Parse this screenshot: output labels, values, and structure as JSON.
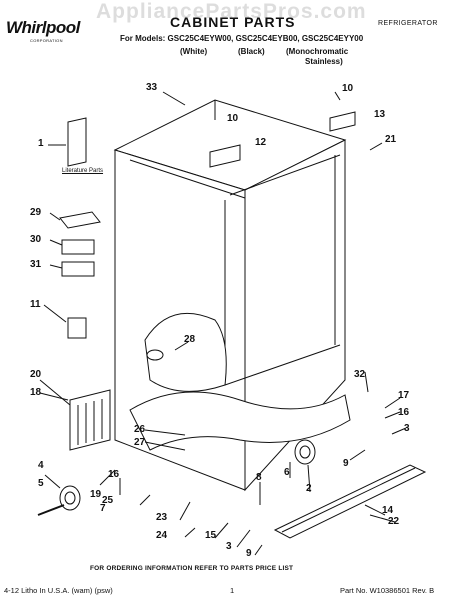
{
  "brand": {
    "logo_text": "Whirlpool",
    "logo_sub": "CORPORATION"
  },
  "watermark": "AppliancePartsPros.com",
  "header": {
    "title": "CABINET PARTS",
    "category": "REFRIGERATOR",
    "models": "For Models: GSC25C4EYW00, GSC25C4EYB00, GSC25C4EYY00",
    "variant_white": "(White)",
    "variant_black": "(Black)",
    "variant_mono_1": "(Monochromatic",
    "variant_mono_2": "Stainless)"
  },
  "callouts": {
    "c1": "1",
    "c2": "2",
    "c3a": "3",
    "c3b": "3",
    "c4": "4",
    "c5": "5",
    "c6": "6",
    "c7": "7",
    "c8": "8",
    "c9a": "9",
    "c9b": "9",
    "c10a": "10",
    "c10b": "10",
    "c11": "11",
    "c12": "12",
    "c13": "13",
    "c14": "14",
    "c15": "15",
    "c16a": "16",
    "c16b": "16",
    "c17": "17",
    "c18": "18",
    "c19": "19",
    "c20": "20",
    "c21": "21",
    "c22": "22",
    "c23": "23",
    "c24": "24",
    "c25": "25",
    "c26": "26",
    "c27": "27",
    "c28": "28",
    "c29": "29",
    "c30": "30",
    "c31": "31",
    "c32": "32",
    "c33": "33"
  },
  "literature_label": "Literature Parts",
  "ordering_note": "FOR ORDERING INFORMATION REFER TO PARTS PRICE LIST",
  "footer": {
    "left": "4-12 Litho In U.S.A. (wam) (psw)",
    "center": "1",
    "right": "Part No. W10386501 Rev. B"
  },
  "colors": {
    "line": "#111111",
    "watermark": "#c8c8c8"
  }
}
